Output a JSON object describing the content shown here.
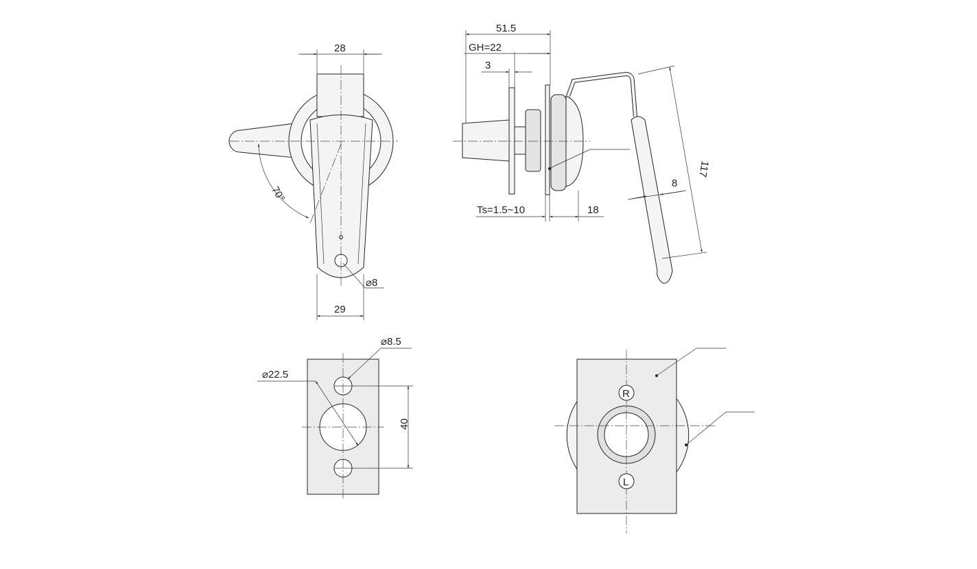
{
  "front_view": {
    "top_width": "28",
    "bottom_width": "29",
    "angle": "70°",
    "hole_dia": "⌀8"
  },
  "side_view": {
    "overall_length": "51.5",
    "grip_height": "GH=22",
    "flange_thickness": "3",
    "panel_thickness": "Ts=1.5~10",
    "escutcheon_depth": "18",
    "handle_width": "8",
    "handle_length": "117"
  },
  "cutout_view": {
    "small_hole_dia": "⌀8.5",
    "large_hole_dia": "⌀22.5",
    "hole_spacing": "40"
  },
  "rear_view": {
    "right_mark": "R",
    "left_mark": "L"
  }
}
